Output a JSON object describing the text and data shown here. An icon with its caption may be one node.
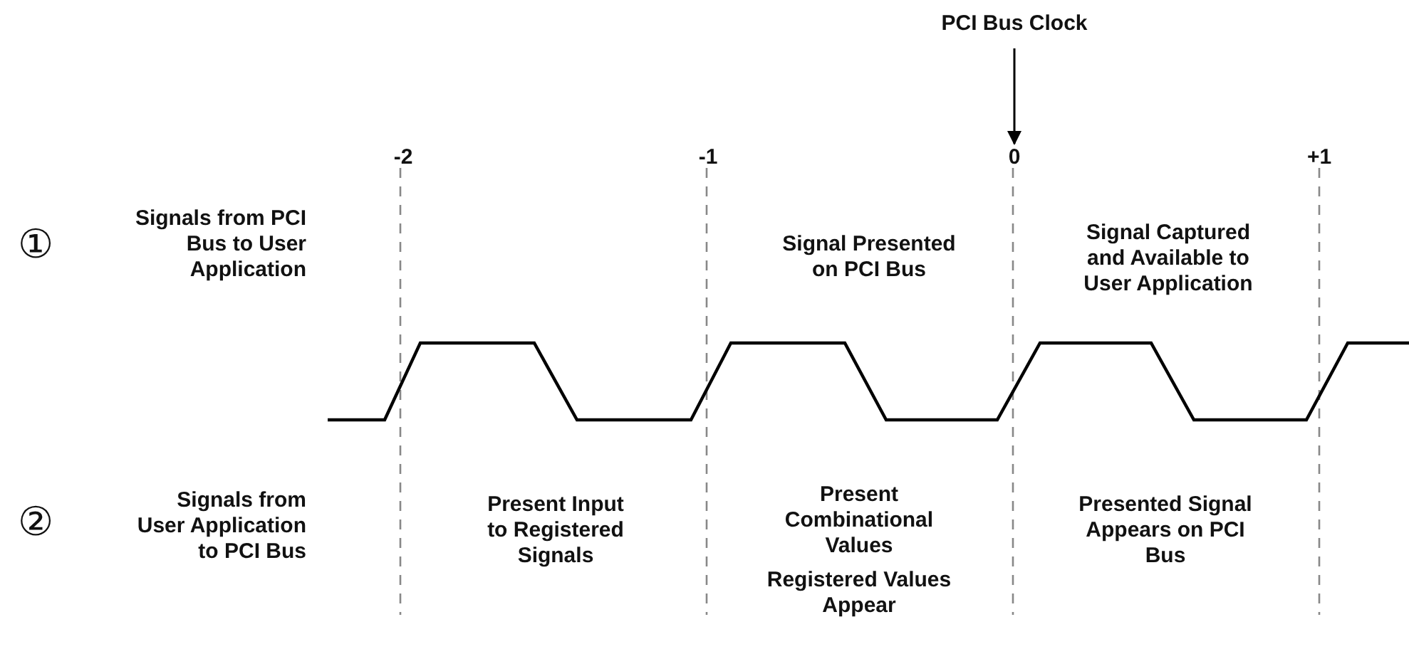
{
  "diagram": {
    "nodes": [
      {
        "text": [
          "PCI Bus Clock"
        ]
      },
      {
        "text": [
          "0"
        ]
      }
    ],
    "edges": [
      {
        "from": 0,
        "to": 1,
        "arrow": "to"
      }
    ],
    "labels": [
      "-2",
      "-1",
      "+1",
      "①",
      "Signals from PCI Bus to User Application",
      "Signal Presented on PCI Bus",
      "Signal Captured and Available to User Application",
      "②",
      "Signals from User Application to PCI Bus",
      "Present Input to Registered Signals",
      "Present Combinational Values",
      "Registered Values Appear",
      "Presented Signal Appears on PCI Bus"
    ]
  }
}
